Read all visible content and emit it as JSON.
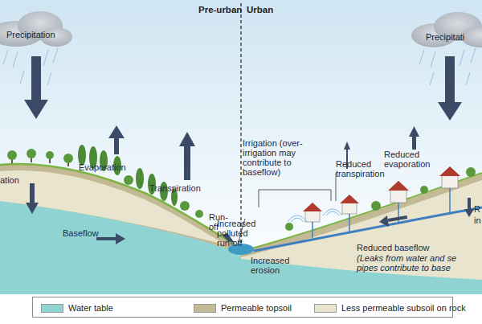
{
  "diagram": {
    "labels": [
      "Pre-urban",
      "Urban",
      "Precipitation",
      "Precipitati",
      "Evaporation",
      "Transpiration",
      "ation",
      "Run-off",
      "Baseflow",
      "Irrigation (over-irrigation may contribute to baseflow)",
      "Reduced transpiration",
      "Reduced evaporation",
      "Increased polluted run-off",
      "Increased erosion",
      "Reduced baseflow",
      "(Leaks from water and se pipes contribute to base",
      "R",
      "in"
    ],
    "legend": [
      {
        "text": "Water table",
        "color": "#8fd4d3"
      },
      {
        "text": "Permeable topsoil",
        "color": "#c4b995"
      },
      {
        "text": "Less permeable subsoil on rock",
        "color": "#e9e4cd"
      }
    ]
  }
}
